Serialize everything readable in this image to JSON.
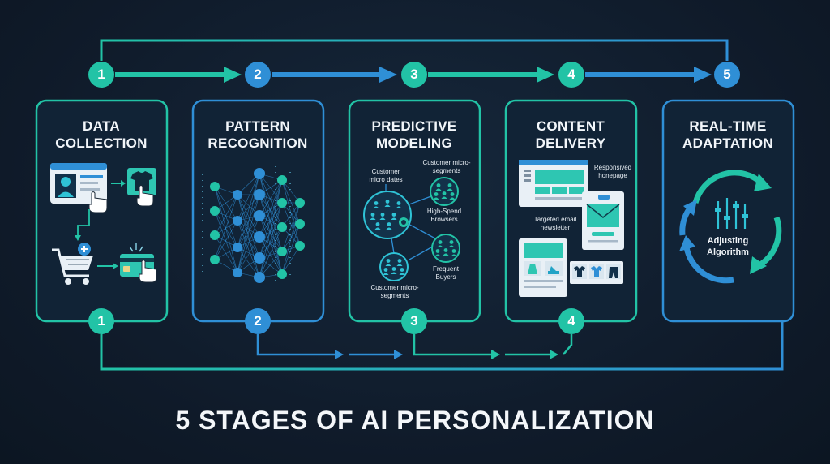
{
  "title": "5 STAGES OF AI PERSONALIZATION",
  "colors": {
    "teal": "#22c3a6",
    "blue": "#2f8fd6",
    "background": "#101c2c",
    "text": "#f2f6fa"
  },
  "stages": [
    {
      "number": "1",
      "title_line1": "DATA",
      "title_line2": "COLLECTION",
      "icons": [
        "profile-card-icon",
        "tshirt-icon",
        "shopping-cart-icon",
        "credit-card-icon",
        "pointer-hand-icon"
      ]
    },
    {
      "number": "2",
      "title_line1": "PATTERN",
      "title_line2": "RECOGNITION",
      "icons": [
        "neural-network-icon"
      ]
    },
    {
      "number": "3",
      "title_line1": "PREDICTIVE",
      "title_line2": "MODELING",
      "labels": {
        "micro_dates": "Customer micro dates",
        "micro_segments_top": "Customer micro-segments",
        "high_spend": "High-Spend Browsers",
        "frequent": "Frequent Buyers",
        "micro_segments_bottom": "Customer micro-segments"
      }
    },
    {
      "number": "4",
      "title_line1": "CONTENT",
      "title_line2": "DELIVERY",
      "labels": {
        "homepage": "Responsived honepage",
        "email": "Targeted email newsletter"
      }
    },
    {
      "number": "5",
      "title_line1": "REAL-TIME",
      "title_line2": "ADAPTATION",
      "labels": {
        "center": "Adjusting Algorithm"
      }
    }
  ]
}
